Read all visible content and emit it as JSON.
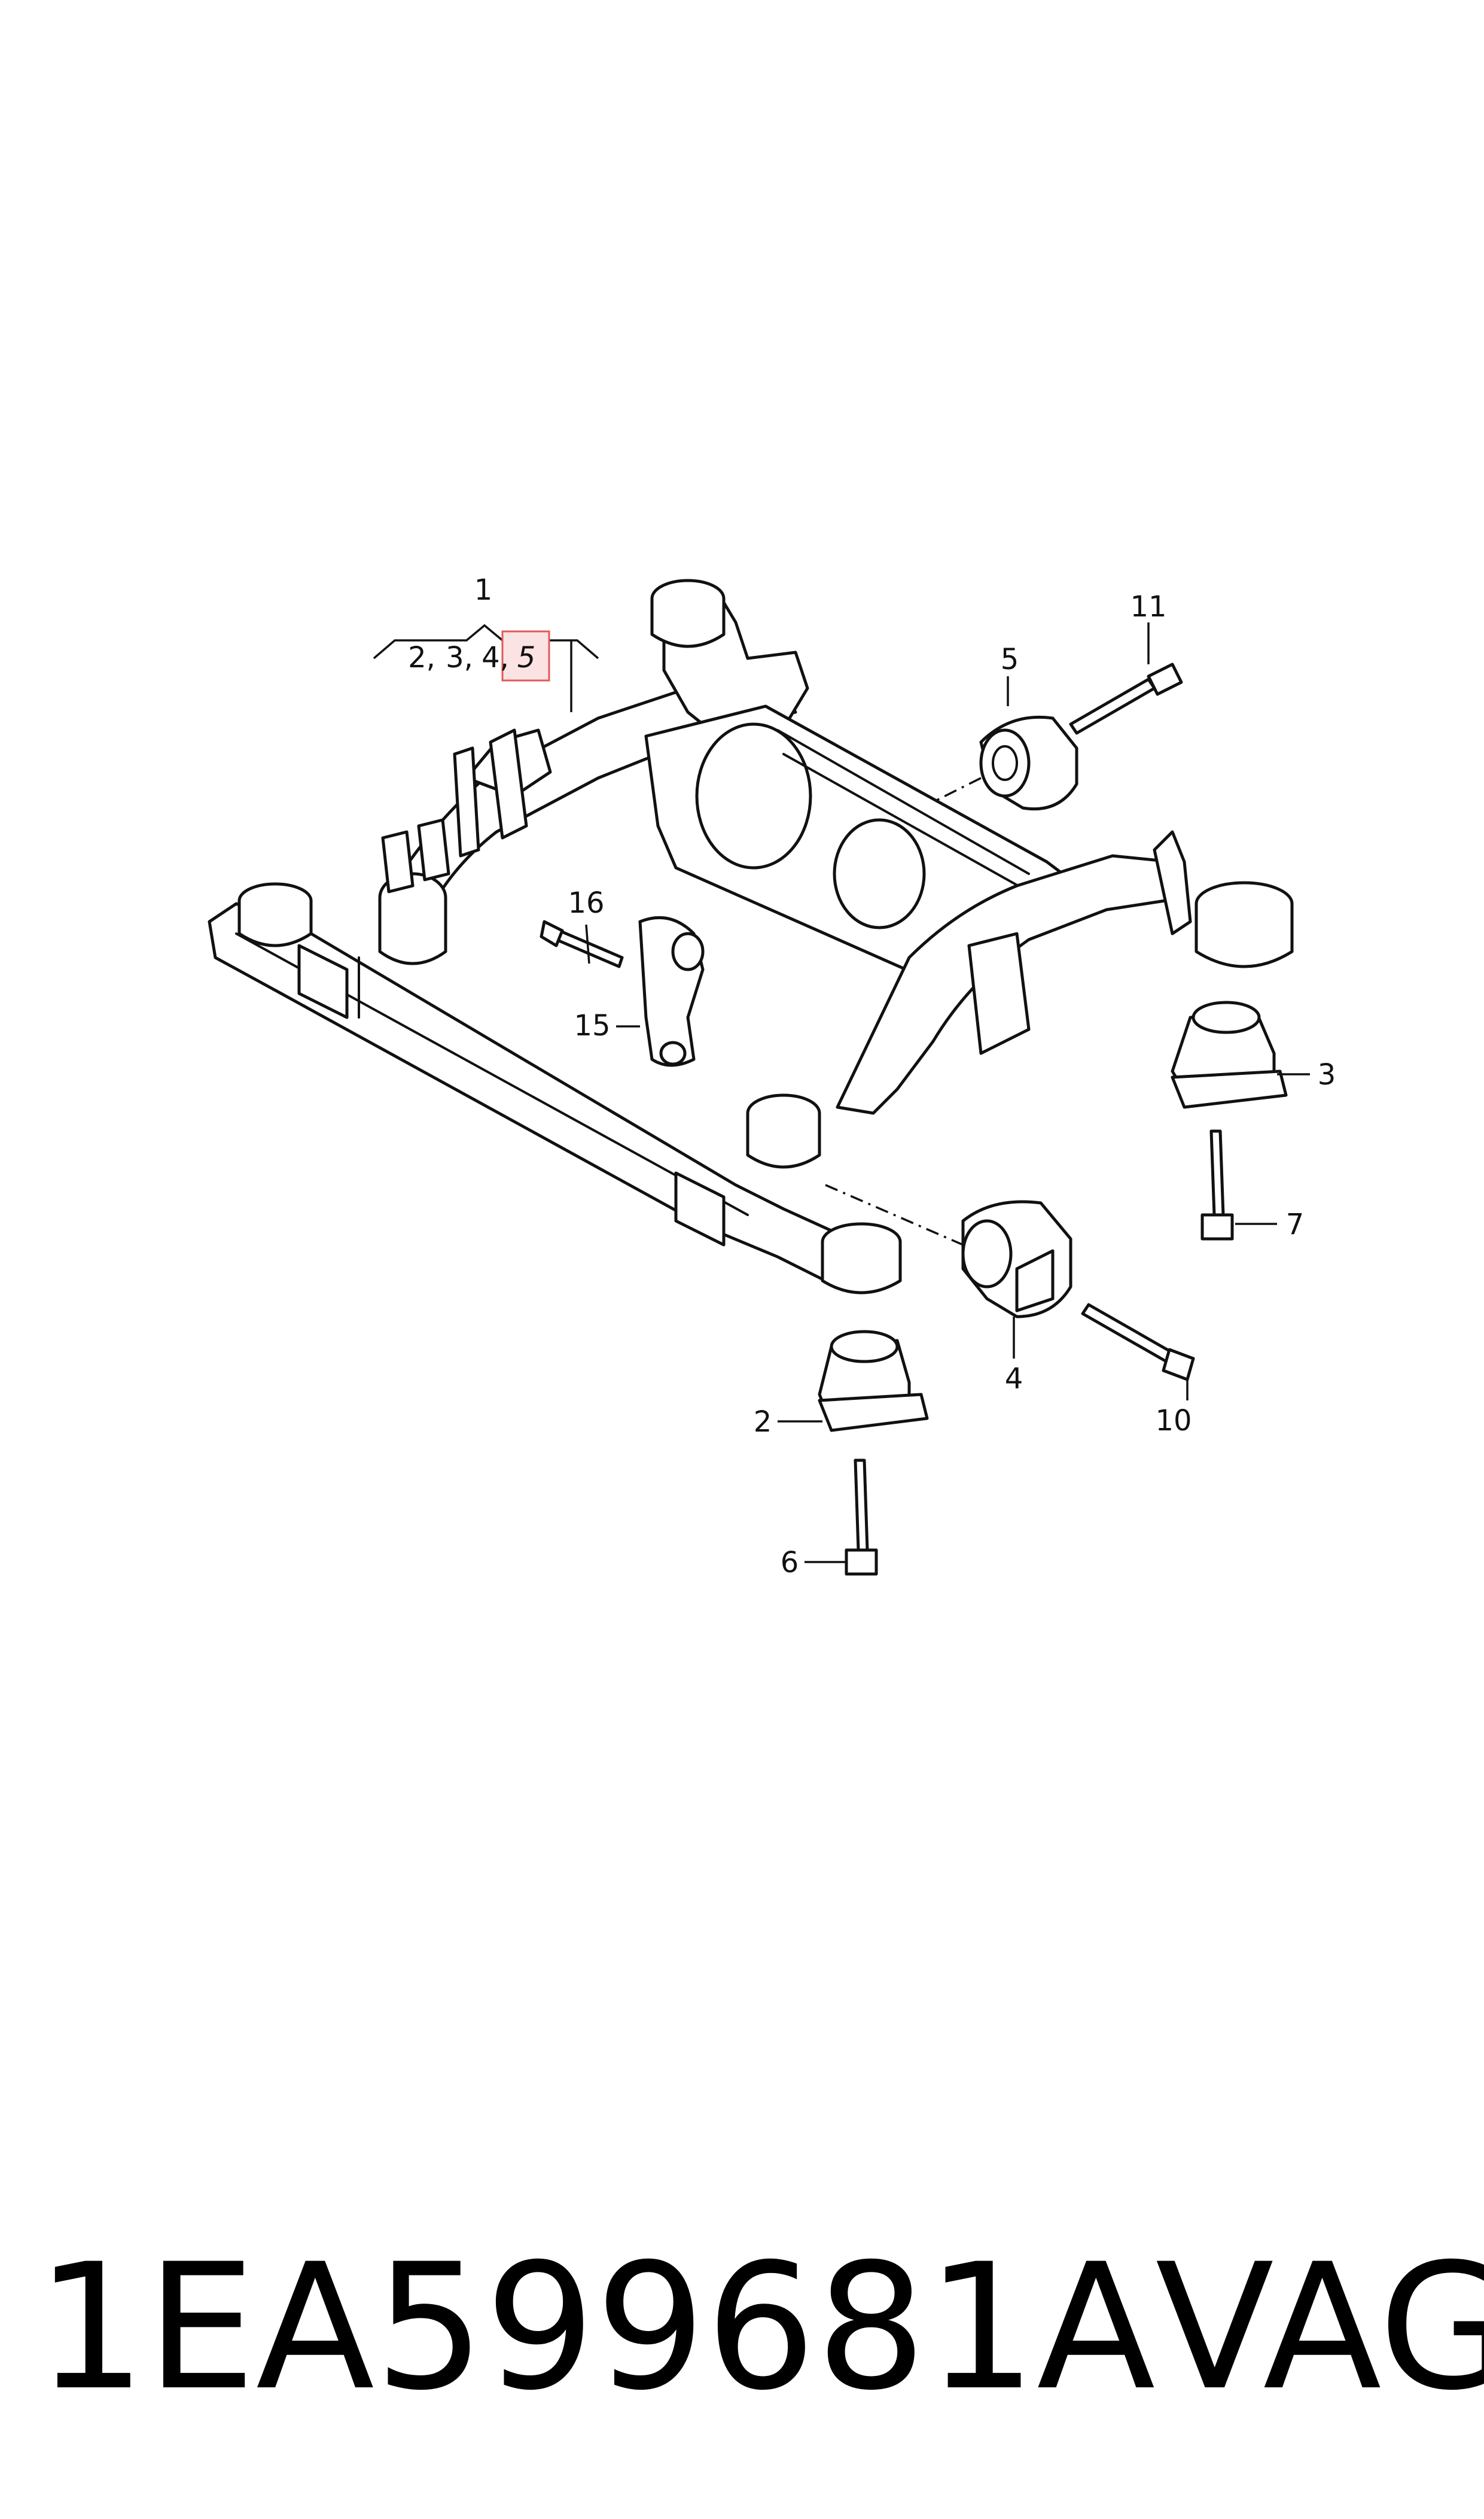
{
  "diagram": {
    "labels": {
      "l1": "1",
      "l_sub_2": "2,",
      "l_sub_3": "3,",
      "l_sub_4": "4,",
      "l_sub_5": "5",
      "l5": "5",
      "l11": "11",
      "l16": "16",
      "l15": "15",
      "l3": "3",
      "l7": "7",
      "l2": "2",
      "l4": "4",
      "l10": "10",
      "l6": "6"
    },
    "highlight_color": "#e05a5a"
  },
  "footer": {
    "part_number": "1EA599681A",
    "brand": "VAG"
  }
}
